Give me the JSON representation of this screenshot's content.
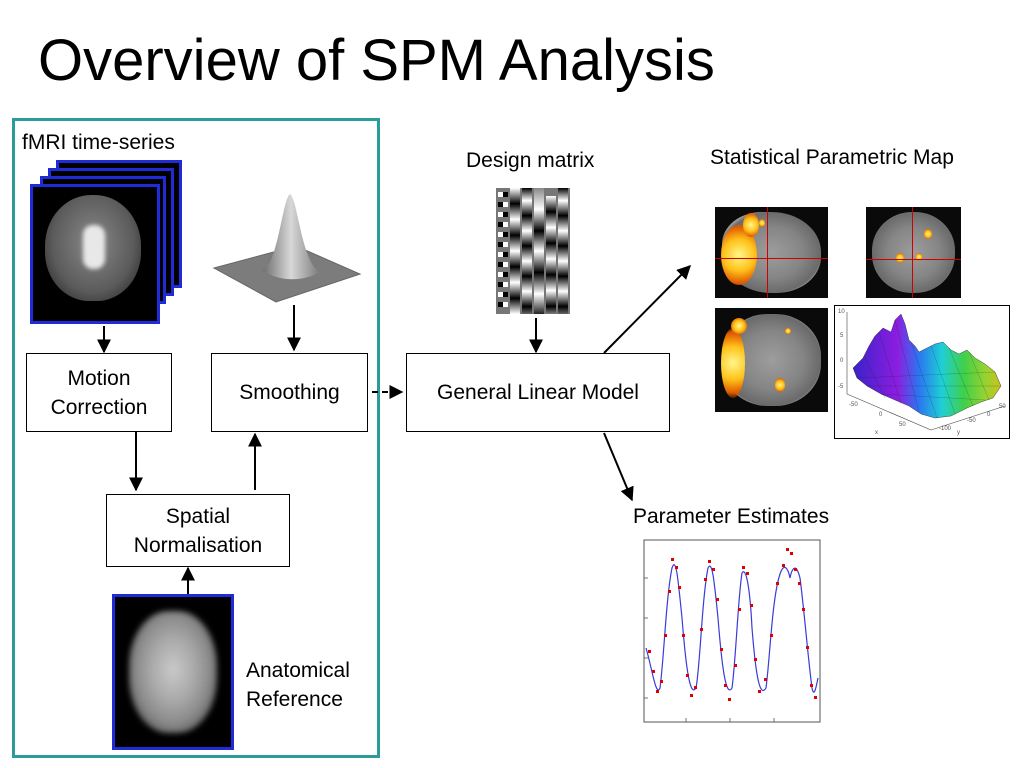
{
  "slide": {
    "title": "Overview of SPM Analysis"
  },
  "left_panel": {
    "fmri_label": "fMRI time-series",
    "motion_correction": "Motion\nCorrection",
    "smoothing": "Smoothing",
    "spatial_normalisation": "Spatial\nNormalisation",
    "anatomical_reference": "Anatomical\nReference"
  },
  "right_panel": {
    "design_matrix_label": "Design matrix",
    "glm": "General Linear Model",
    "spm_label": "Statistical Parametric Map",
    "parameter_estimates_label": "Parameter Estimates"
  },
  "surface_plot": {
    "y_ticks": [
      "10",
      "5",
      "0",
      "-5"
    ],
    "x_ticks": [
      "-50",
      "0",
      "50"
    ],
    "y_axis_ticks": [
      "-100",
      "-50",
      "0",
      "50"
    ],
    "x_axis": "x",
    "y_axis": "y"
  },
  "colors": {
    "frame": "#2a9d9b",
    "slice_border": "#1e2bd6",
    "crosshair": "#d00000",
    "fit_line": "#3b3bd6",
    "data_points": "#e00000"
  }
}
